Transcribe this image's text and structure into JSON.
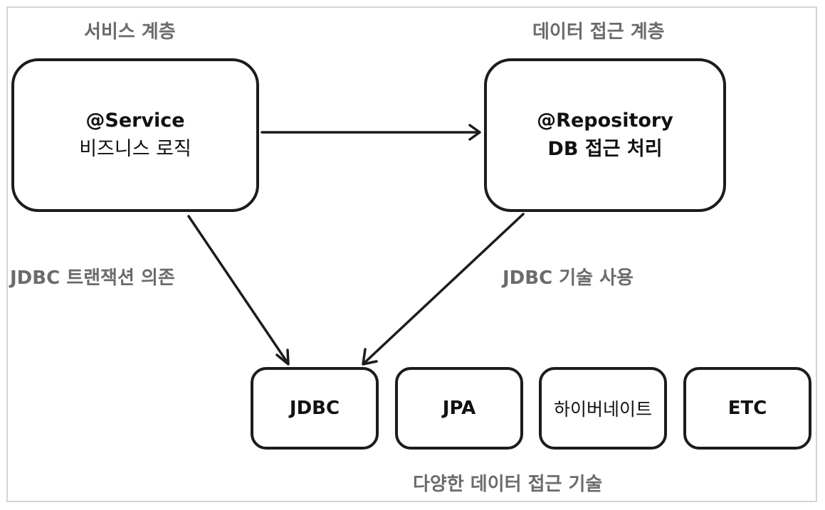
{
  "layers": {
    "service_title": "서비스 계층",
    "data_access_title": "데이터 접근 계층"
  },
  "service_box": {
    "annotation": "@Service",
    "description": "비즈니스 로직"
  },
  "repository_box": {
    "annotation": "@Repository",
    "description": "DB 접근 처리"
  },
  "edges": {
    "left_label": "JDBC 트랜잭션 의존",
    "right_label": "JDBC 기술 사용"
  },
  "technologies": [
    "JDBC",
    "JPA",
    "하이버네이트",
    "ETC"
  ],
  "footer_label": "다양한 데이터 접근 기술",
  "colors": {
    "stroke": "#1c1c1c",
    "label_gray": "#6b6b6b",
    "frame": "#d4d4d4"
  }
}
